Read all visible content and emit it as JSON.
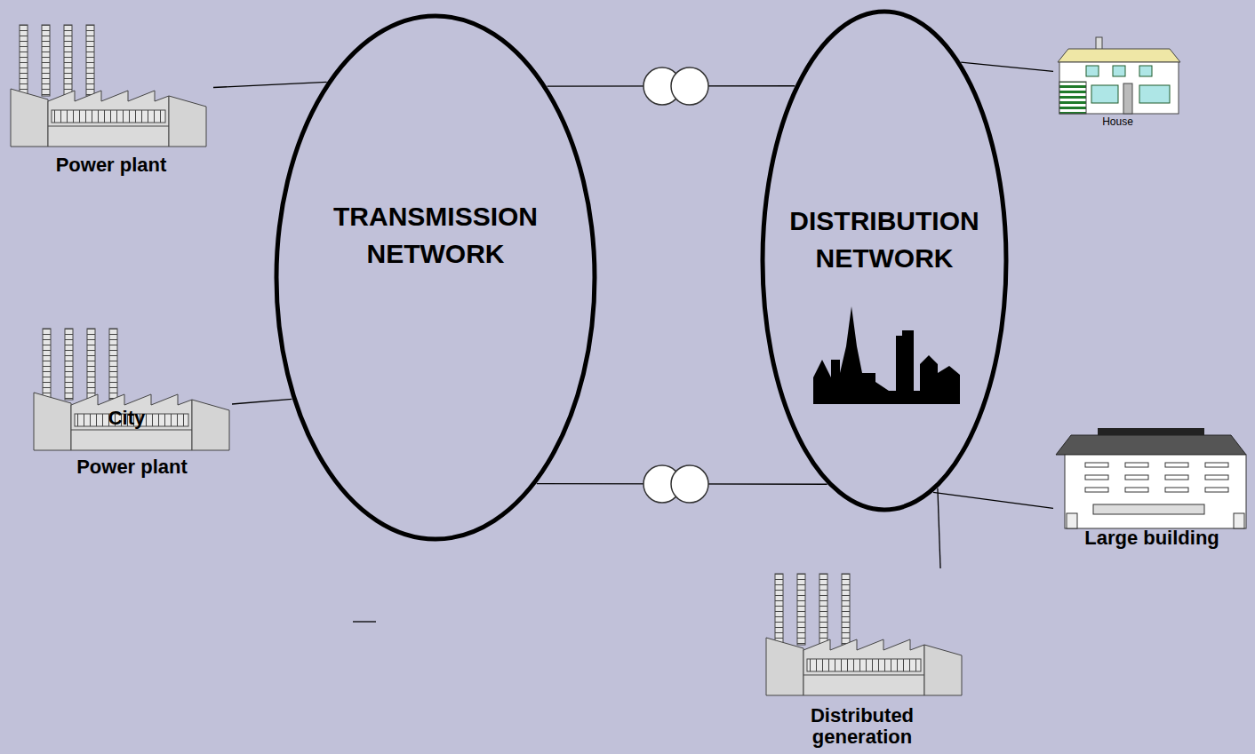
{
  "diagram": {
    "nodes": [
      {
        "text": [
          "Power plant"
        ]
      },
      {
        "text": [
          "TRANSMISSION NETWORK"
        ]
      },
      {
        "text": [
          "DISTRIBUTION NETWORK"
        ]
      },
      {
        "text": [
          "City"
        ],
        "in": 2
      },
      {
        "text": [
          "House"
        ]
      },
      {
        "text": [
          "Power plant"
        ]
      },
      {
        "text": [
          "Large building"
        ]
      },
      {
        "text": [
          "Distributed generation"
        ]
      }
    ],
    "edges": [
      {
        "from": 0,
        "to": 1,
        "arrow": "none"
      },
      {
        "from": 5,
        "to": 1,
        "arrow": "none"
      },
      {
        "from": 1,
        "to": 2,
        "arrow": "none"
      },
      {
        "from": 1,
        "to": 2,
        "arrow": "none"
      },
      {
        "from": 2,
        "to": 4,
        "arrow": "none"
      },
      {
        "from": 2,
        "to": 6,
        "arrow": "none"
      },
      {
        "from": 2,
        "to": 7,
        "arrow": "none"
      }
    ]
  }
}
